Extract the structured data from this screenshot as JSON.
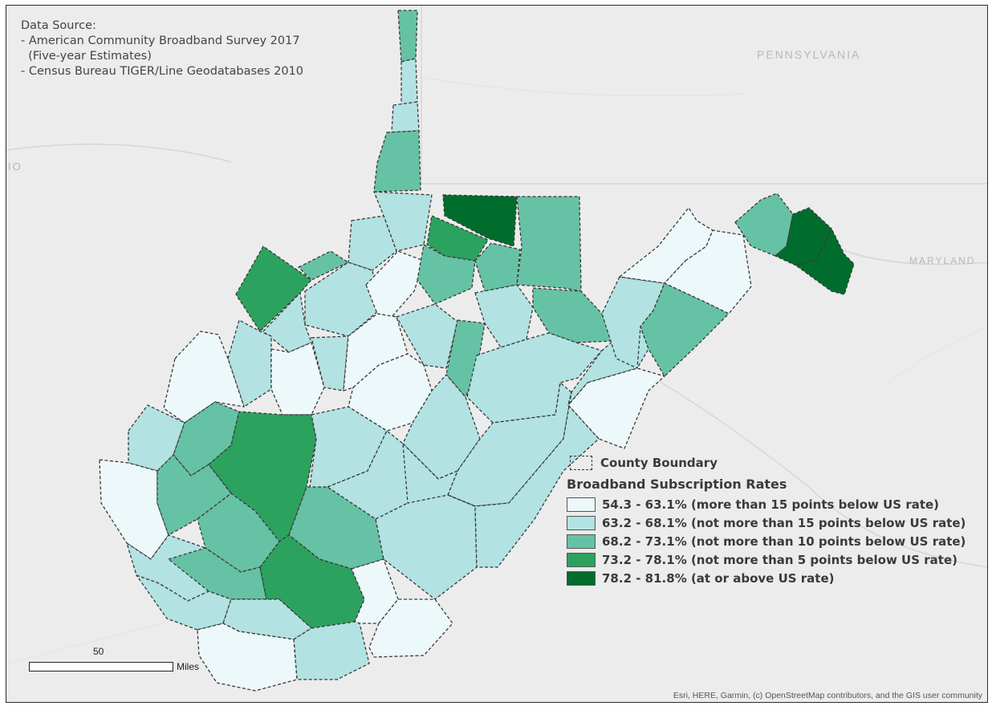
{
  "data_source": {
    "heading": "Data Source:",
    "lines": [
      "- American Community Broadband Survey 2017",
      "  (Five-year Estimates)",
      "- Census Bureau TIGER/Line Geodatabases 2010"
    ]
  },
  "basemap_labels": {
    "pennsylvania": "PENNSYLVANIA",
    "maryland": "MARYLAND",
    "ohio_fragment": "IO"
  },
  "legend": {
    "boundary_label": "County Boundary",
    "title": "Broadband Subscription Rates",
    "classes": [
      {
        "label": "54.3 - 63.1% (more than 15 points below US rate)",
        "color": "#edf8fb"
      },
      {
        "label": "63.2 - 68.1% (not more than 15 points below US rate)",
        "color": "#b2e2e2"
      },
      {
        "label": "68.2 - 73.1% (not more than 10 points below US rate)",
        "color": "#66c2a4"
      },
      {
        "label": "73.2 - 78.1% (not more than 5 points below US rate)",
        "color": "#2ca25f"
      },
      {
        "label": "78.2 - 81.8% (at or above US rate)",
        "color": "#006d2c"
      }
    ]
  },
  "scale_bar": {
    "value": "50",
    "units": "Miles"
  },
  "attribution": "Esri, HERE, Garmin, (c) OpenStreetMap contributors, and the GIS user community"
}
